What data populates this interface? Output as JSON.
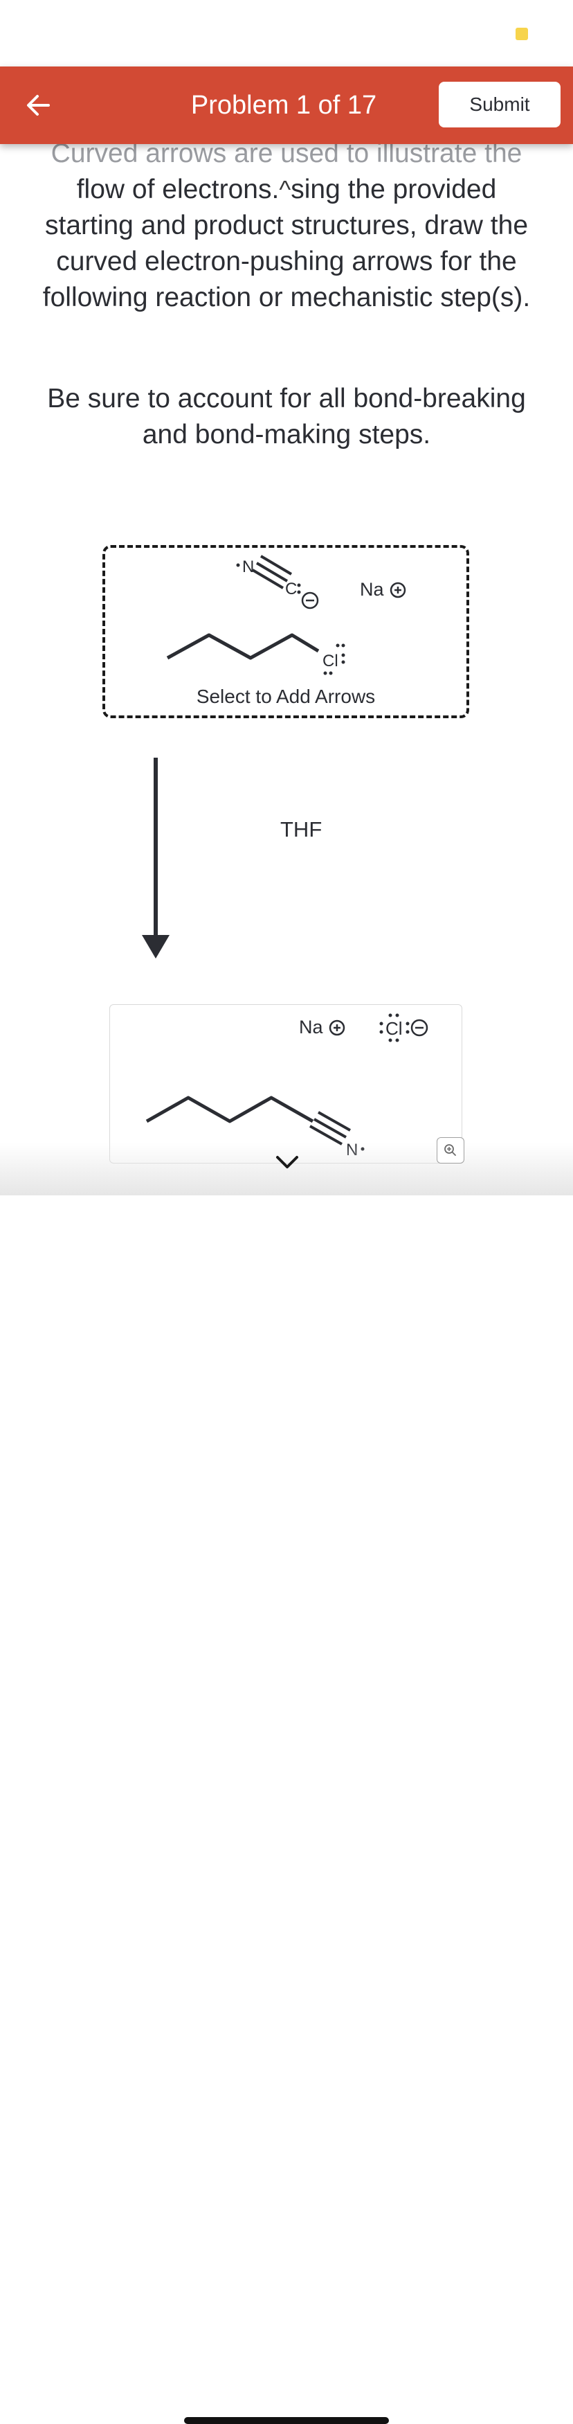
{
  "header": {
    "title": "Problem 1 of 17",
    "submit_label": "Submit",
    "accent_color": "#d24a34"
  },
  "icons": {
    "back": "arrow-left-icon",
    "collapse": "chevron-up-icon",
    "expand": "chevron-down-icon",
    "zoom": "zoom-in-icon"
  },
  "instructions": {
    "cut_line": "Curved arrows are used to illustrate the",
    "line_2_before_caret": "flow of electrons.",
    "line_2_after_caret": "sing the provided",
    "rest": "starting and product structures, draw the curved electron-pushing arrows for the following reaction or mechanistic step(s)."
  },
  "note": "Be sure to account for all bond-breaking and bond-making steps.",
  "reactants": {
    "nitrogen": "N",
    "carbon": "C",
    "chlorine": "Cl",
    "sodium": "Na"
  },
  "select_prompt": "Select to Add Arrows",
  "solvent": "THF",
  "products": {
    "sodium": "Na",
    "chloride": "Cl",
    "nitrogen": "N"
  }
}
